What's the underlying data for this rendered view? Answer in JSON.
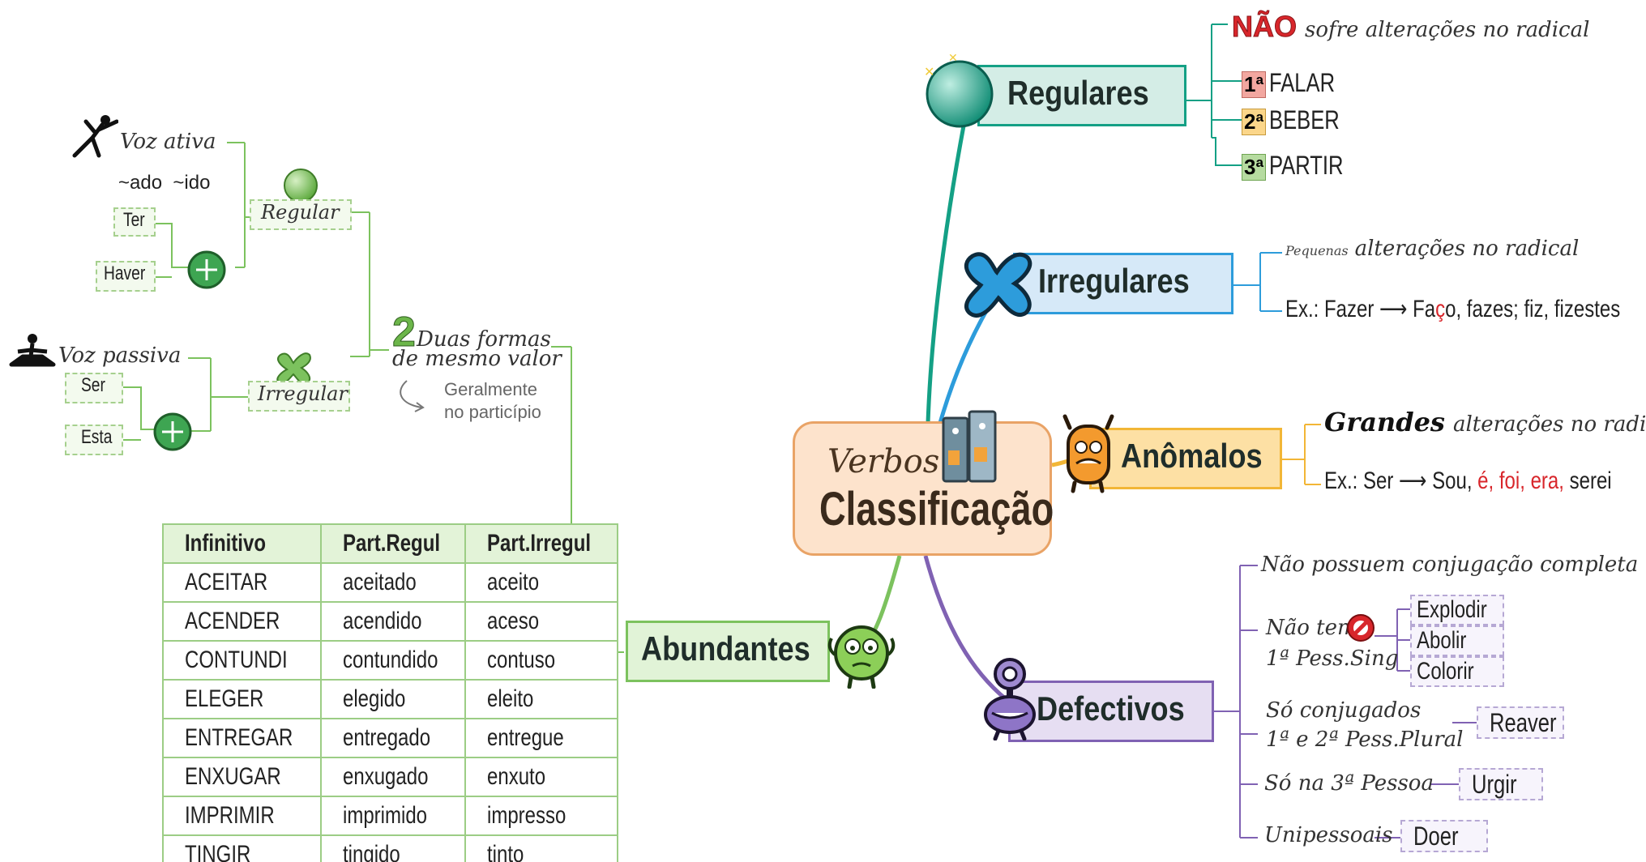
{
  "central": {
    "line1": "Verbos",
    "line2": "Classificação"
  },
  "regulares": {
    "title": "Regulares",
    "nao": "NÃO",
    "nao_rest": "sofre alterações no radical",
    "conj": [
      {
        "num": "1ª",
        "verb": "FALAR",
        "color": "#f2a7a0"
      },
      {
        "num": "2ª",
        "verb": "BEBER",
        "color": "#fbd68a"
      },
      {
        "num": "3ª",
        "verb": "PARTIR",
        "color": "#b6dba0"
      }
    ]
  },
  "irregulares": {
    "title": "Irregulares",
    "small": "Pequenas",
    "desc": "alterações no radical",
    "ex_prefix": "Ex.: Fazer",
    "ex_fa": "Fa",
    "ex_c": "ç",
    "ex_rest": "o, fazes; fiz, fizestes"
  },
  "anomalos": {
    "title": "Anômalos",
    "big": "Grandes",
    "desc": "alterações no radical",
    "ex_prefix": "Ex.: Ser",
    "ex_sou": "Sou,",
    "ex_e": "é,",
    "ex_foi": "foi,",
    "ex_era": "era,",
    "ex_serei": "serei"
  },
  "defectivos": {
    "title": "Defectivos",
    "b1": "Não possuem conjugação completa",
    "b2_l1": "Não tem",
    "b2_l2": "1ª Pess.Sing",
    "b2_items": [
      "Explodir",
      "Abolir",
      "Colorir"
    ],
    "b3_l1": "Só conjugados",
    "b3_l2": "1ª e 2ª Pess.Plural",
    "b3_item": "Reaver",
    "b4": "Só na 3ª Pessoa",
    "b4_item": "Urgir",
    "b5": "Unipessoais",
    "b5_item": "Doer"
  },
  "abundantes": {
    "title": "Abundantes",
    "duas_num": "2",
    "duas_l1": "Duas formas",
    "duas_l2": "de mesmo valor",
    "note_l1": "Geralmente",
    "note_l2": "no particípio",
    "regular": "Regular",
    "irregular": "Irregular",
    "voz_ativa": "Voz ativa",
    "sufixos": "~ado  ~ido",
    "ter": "Ter",
    "haver": "Haver",
    "voz_passiva": "Voz passiva",
    "ser": "Ser",
    "esta": "Esta",
    "table": {
      "headers": [
        "Infinitivo",
        "Part.Regul",
        "Part.Irregul"
      ],
      "rows": [
        [
          "ACEITAR",
          "aceitado",
          "aceito"
        ],
        [
          "ACENDER",
          "acendido",
          "aceso"
        ],
        [
          "CONTUNDI",
          "contundido",
          "contuso"
        ],
        [
          "ELEGER",
          "elegido",
          "eleito"
        ],
        [
          "ENTREGAR",
          "entregado",
          "entregue"
        ],
        [
          "ENXUGAR",
          "enxugado",
          "enxuto"
        ],
        [
          "IMPRIMIR",
          "imprimido",
          "impresso"
        ],
        [
          "TINGIR",
          "tingido",
          "tinto"
        ]
      ]
    }
  },
  "colors": {
    "regulares": "#14a085",
    "irregulares": "#2d9cdb",
    "anomalos": "#f2b636",
    "defectivos": "#8062b3",
    "abundantes": "#7cc25e",
    "red": "#d8262b"
  }
}
